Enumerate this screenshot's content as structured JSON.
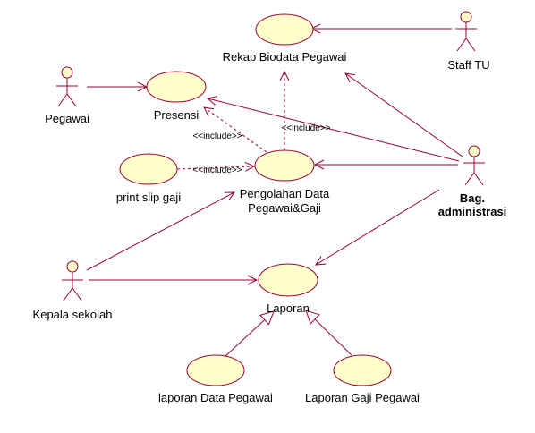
{
  "colors": {
    "usecase_fill": "#FFFFCC",
    "line": "#990033",
    "text": "#000000",
    "background": "#FFFFFF"
  },
  "actors": {
    "staff_tu": "Staff TU",
    "pegawai": "Pegawai",
    "bag_administrasi_line1": "Bag.",
    "bag_administrasi_line2": "administrasi",
    "kepala_sekolah": "Kepala sekolah"
  },
  "usecases": {
    "rekap_biodata": "Rekap Biodata Pegawai",
    "presensi": "Presensi",
    "print_slip": "print slip gaji",
    "pengolahan_line1": "Pengolahan Data",
    "pengolahan_line2": "Pegawai&Gaji",
    "laporan": "Laporan",
    "laporan_data": "laporan Data Pegawai",
    "laporan_gaji": "Laporan Gaji Pegawai"
  },
  "stereotypes": {
    "include_presensi": "<<include>>",
    "include_rekap": "<<include>>",
    "include_print": "<<include>>"
  }
}
